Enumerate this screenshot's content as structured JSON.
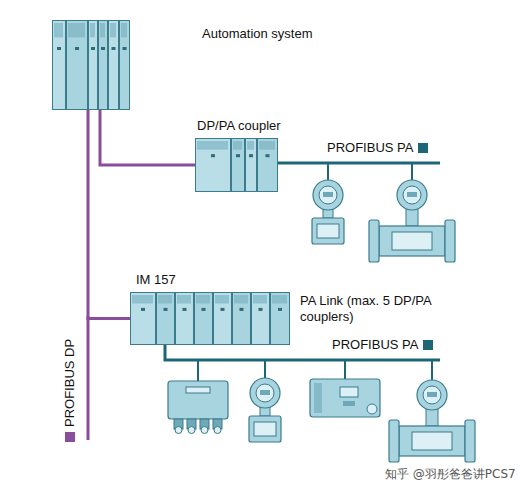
{
  "diagram": {
    "nodes": [
      {
        "text": [
          "Automation system"
        ]
      },
      {
        "text": [
          "DP/PA coupler"
        ]
      },
      {
        "text": [
          "IM 157",
          "PA Link (max. 5 DP/PA couplers)"
        ]
      }
    ],
    "edges": [
      {
        "from": 0,
        "to": 1,
        "arrow": "none"
      },
      {
        "from": 0,
        "to": 2,
        "arrow": "none"
      }
    ],
    "labels": [
      "知乎 @羽彤爸爸讲PCS7"
    ],
    "legend": [
      {
        "text": "PROFIBUS PA",
        "color": "#1d6677"
      },
      {
        "text": "PROFIBUS PA",
        "color": "#1d6677"
      },
      {
        "text": "PROFIBUS DP",
        "color": "#8a4d9c"
      }
    ]
  }
}
